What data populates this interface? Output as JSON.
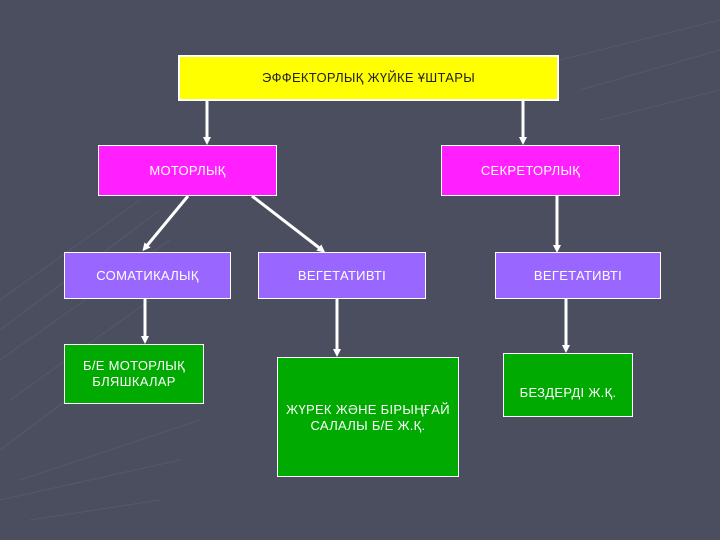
{
  "colors": {
    "background": "#4a4e5e",
    "root": "#ffff00",
    "level1": "#ff1fff",
    "level2": "#9966ff",
    "level3": "#00aa00"
  },
  "diagram": {
    "root": "ЭФФЕКТОРЛЫҚ ЖҮЙКЕ ҰШТАРЫ",
    "motor": "МОТОРЛЫҚ",
    "secretory": "СЕКРЕТОРЛЫҚ",
    "somatic": "СОМАТИКАЛЫҚ",
    "vegetative_left": "ВЕГЕТАТИВТІ",
    "vegetative_right": "ВЕГЕТАТИВТІ",
    "motor_plaques": "Б/Е МОТОРЛЫҚ БЛЯШКАЛАР",
    "heart_smooth": "ЖҮРЕК ЖӘНЕ БІРЫҢҒАЙ САЛАЛЫ Б/Е Ж.Қ.",
    "glands": "БЕЗДЕРДІ Ж.Қ."
  }
}
